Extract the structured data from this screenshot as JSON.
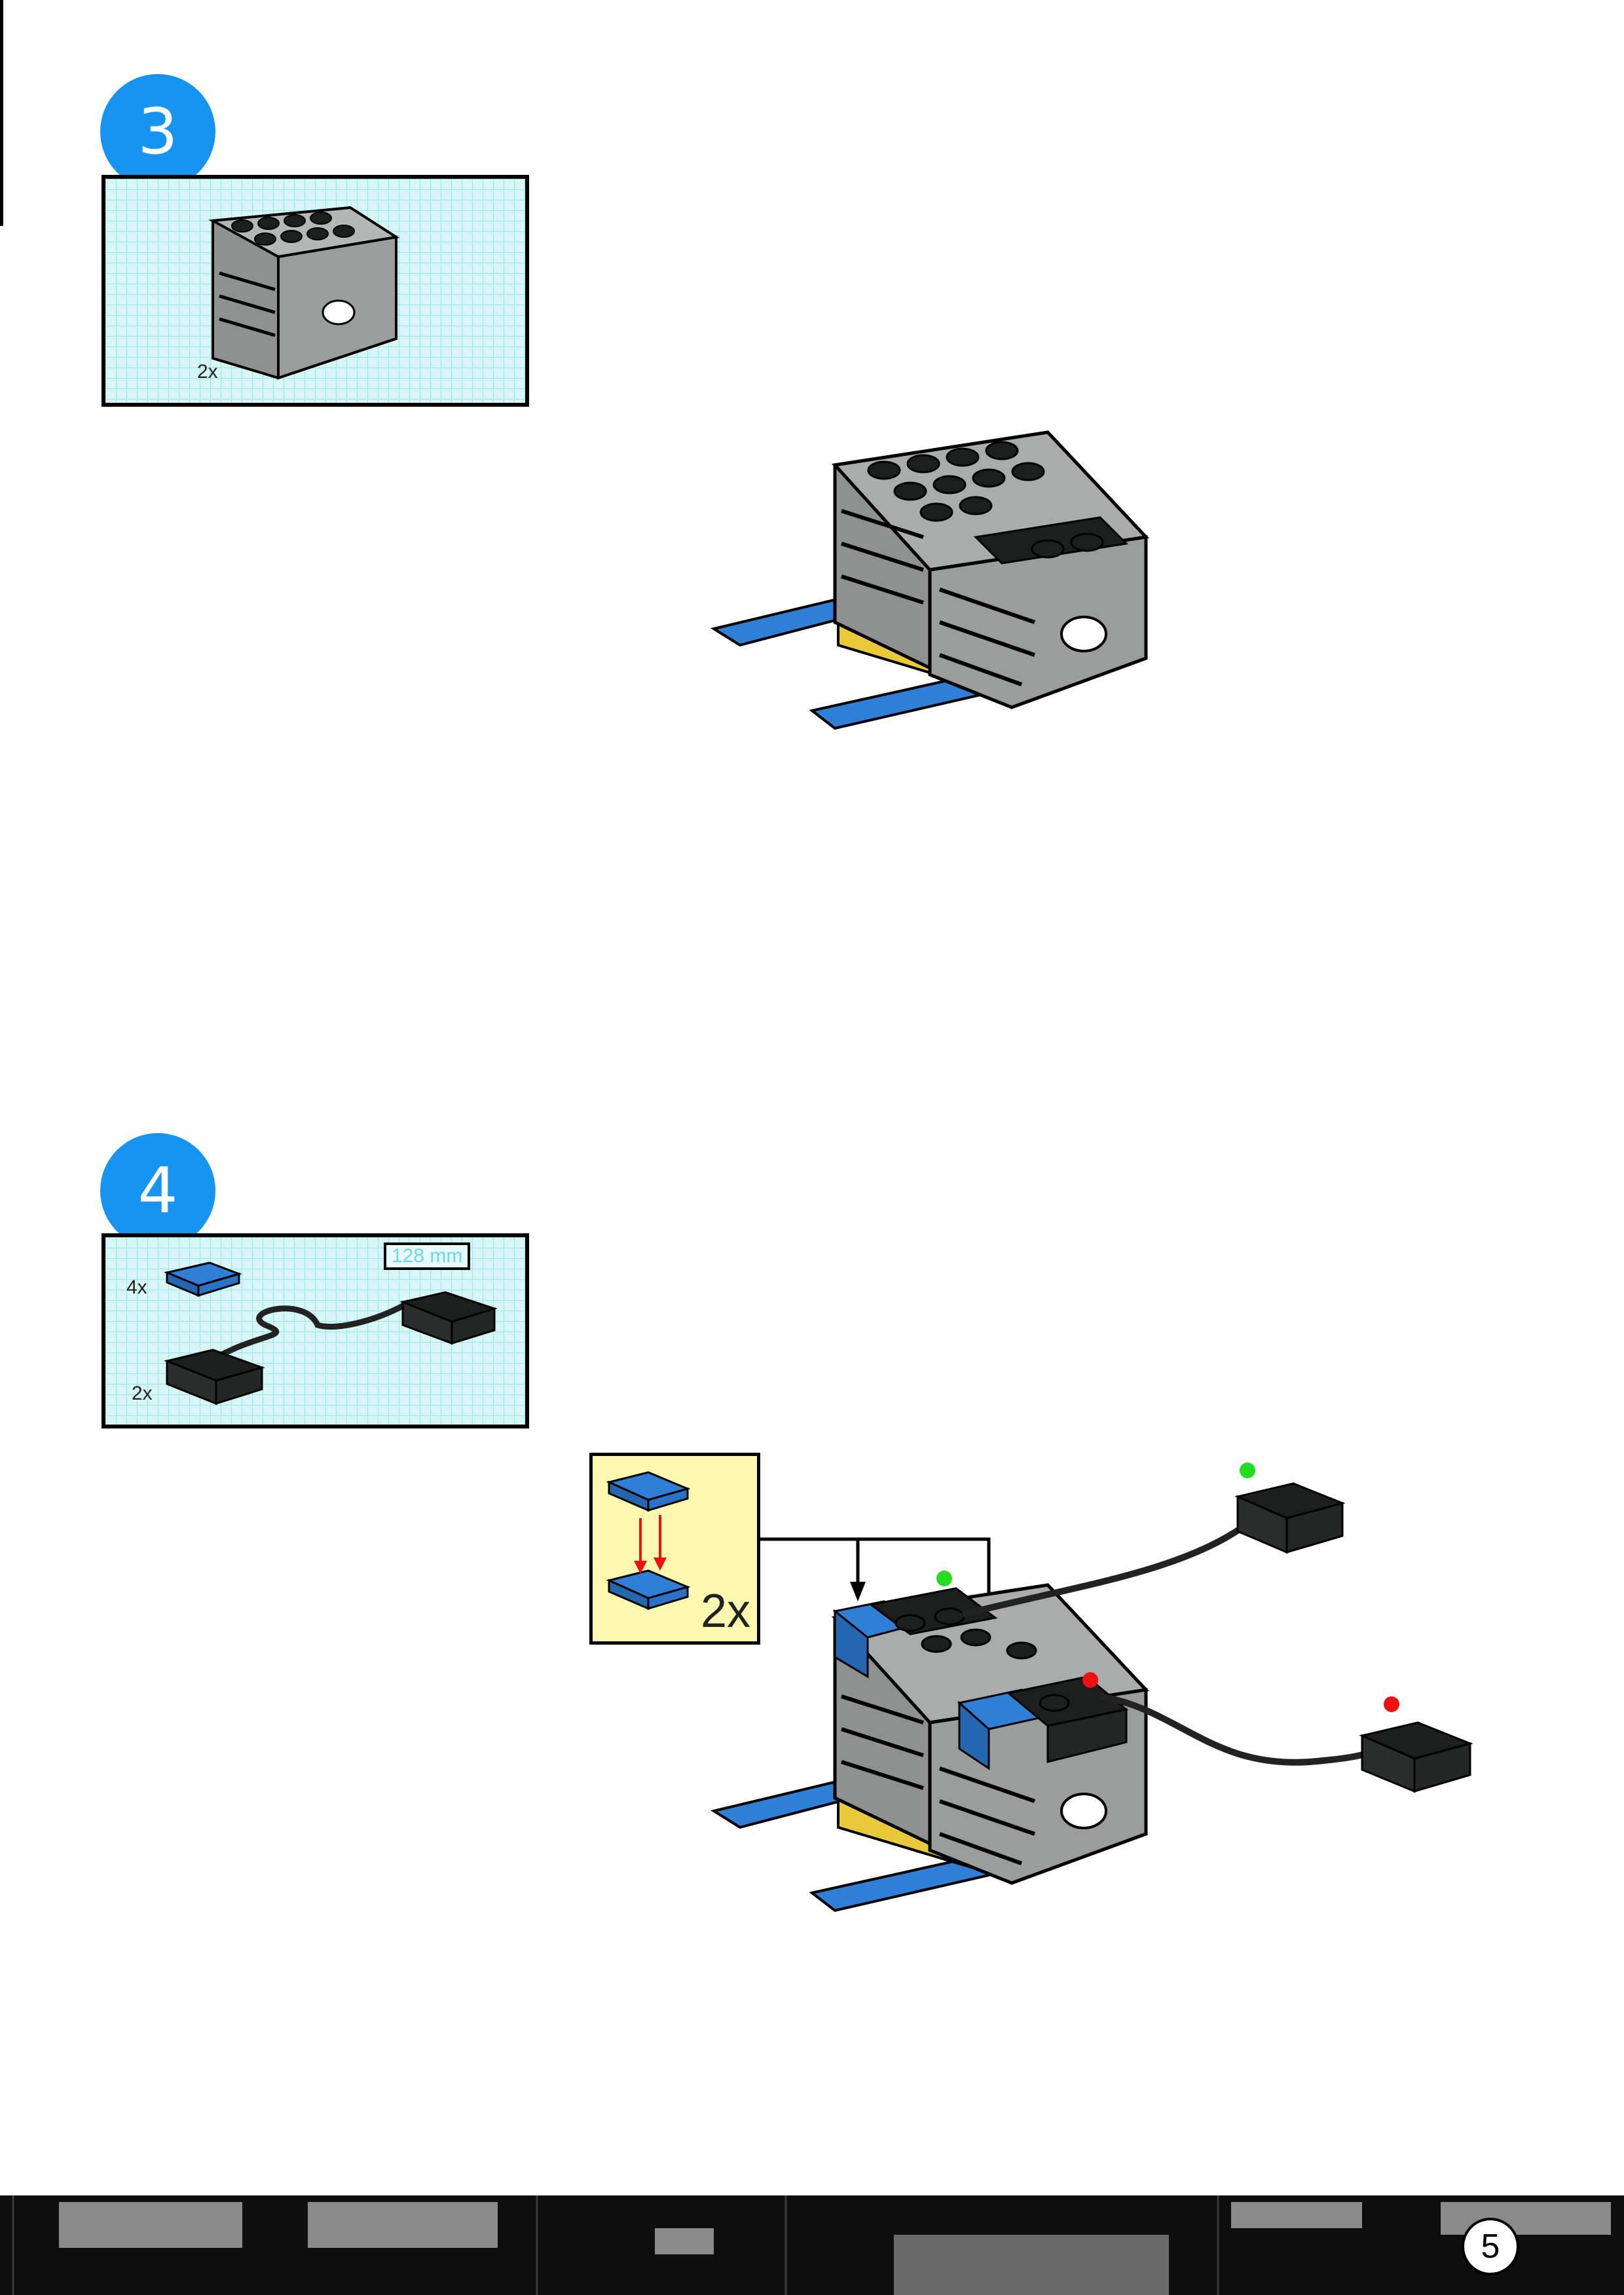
{
  "steps": [
    {
      "number": "3",
      "parts": [
        {
          "quantity": "2x",
          "part": "gray-motor-block"
        }
      ]
    },
    {
      "number": "4",
      "parts": [
        {
          "quantity": "4x",
          "part": "blue-2x2-plate"
        },
        {
          "quantity": "2x",
          "part": "connector-cable"
        }
      ],
      "cable_length": "128 mm",
      "callout": {
        "quantity": "2x"
      }
    }
  ],
  "page_number": "5",
  "colors": {
    "badge_blue": "#1793f2",
    "grid_cyan": "#d7f6f6",
    "callout_yellow": "#fff8b0",
    "brick_gray": "#8e9190",
    "brick_black": "#1d1f1e",
    "plate_blue": "#2f7fd6",
    "plate_yellow": "#e9c93a",
    "marker_green": "#22dd22",
    "marker_red": "#ee1111"
  }
}
